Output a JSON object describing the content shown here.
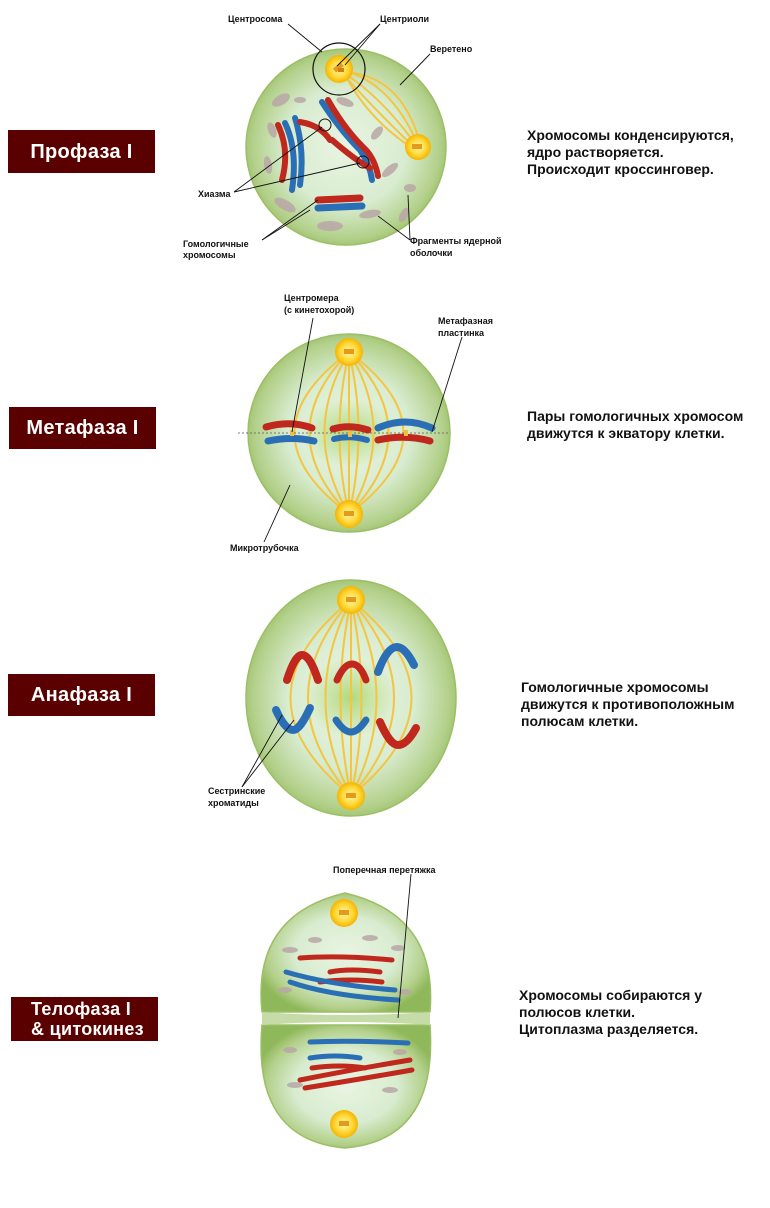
{
  "phases": [
    {
      "label": [
        "Профаза I"
      ],
      "description": [
        "Хромосомы конденсируются,",
        "ядро растворяется.",
        "Происходит кроссинговер."
      ],
      "annotations": {
        "centrosome": "Центросома",
        "centrioles": "Центриоли",
        "spindle": "Веретено",
        "chiasma": "Хиазма",
        "homologous": [
          "Гомологичные",
          "хромосомы"
        ],
        "fragments": [
          "Фрагменты ядерной",
          "оболочки"
        ]
      }
    },
    {
      "label": [
        "Метафаза I"
      ],
      "description": [
        "Пары гомологичных хромосом",
        "движутся к экватору клетки."
      ],
      "annotations": {
        "centromere": [
          "Центромера",
          "(с кинетохорой)"
        ],
        "plate": [
          "Метафазная",
          "пластинка"
        ],
        "microtubule": "Микротрубочка"
      }
    },
    {
      "label": [
        "Анафаза I"
      ],
      "description": [
        "Гомологичные хромосомы",
        "движутся к противоположным",
        "полюсам клетки."
      ],
      "annotations": {
        "sister": [
          "Сестринские",
          "хроматиды"
        ]
      }
    },
    {
      "label": [
        "Телофаза I",
        "& цитокинез"
      ],
      "description": [
        "Хромосомы собираются у",
        "полюсов клетки.",
        "Цитоплазма разделяется."
      ],
      "annotations": {
        "furrow": "Поперечная перетяжка"
      }
    }
  ],
  "colors": {
    "label_bg": "#5a0000",
    "cell_outer": "#8fb85a",
    "cell_inner": "#e4f2dc",
    "maternal": "#c0271d",
    "paternal": "#2a6fb5",
    "spindle": "#f2c040",
    "fragments": "#b8a8a8"
  }
}
